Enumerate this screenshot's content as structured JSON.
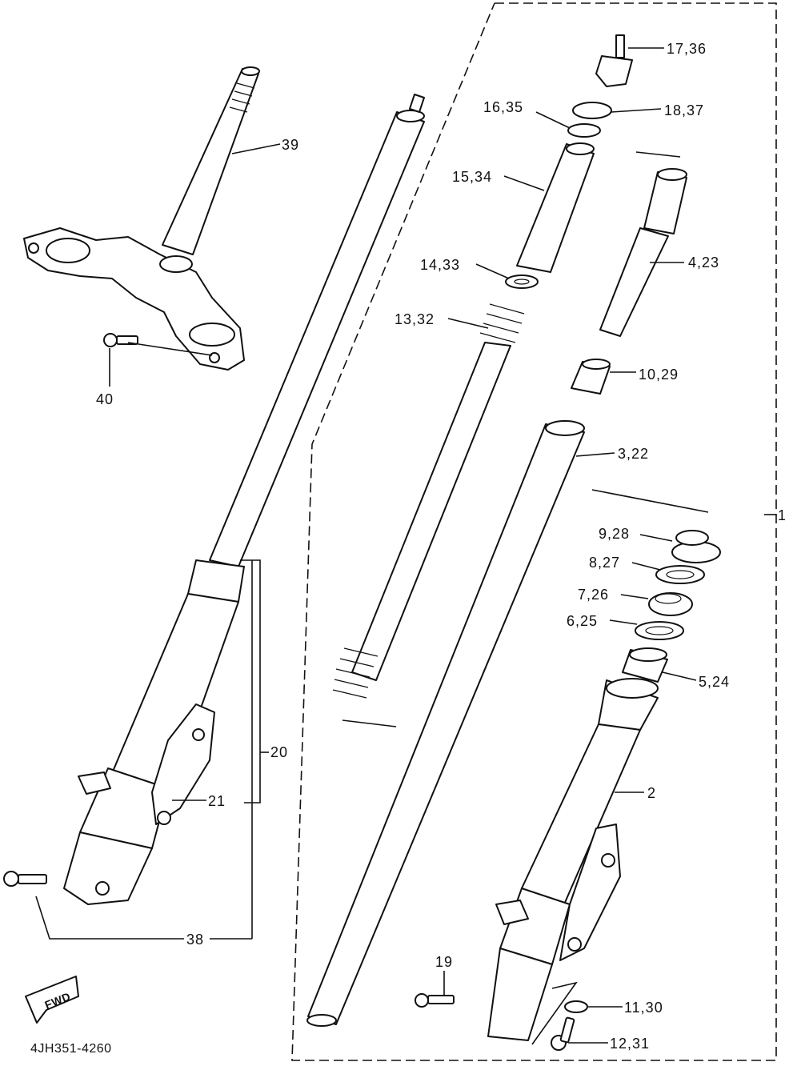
{
  "diagram": {
    "callouts": {
      "p17_36": "17,36",
      "p16_35": "16,35",
      "p18_37": "18,37",
      "p15_34": "15,34",
      "p14_33": "14,33",
      "p13_32": "13,32",
      "p4_23": "4,23",
      "p10_29": "10,29",
      "p3_22": "3,22",
      "p1": "1",
      "p9_28": "9,28",
      "p8_27": "8,27",
      "p7_26": "7,26",
      "p6_25": "6,25",
      "p5_24": "5,24",
      "p2": "2",
      "p39": "39",
      "p40": "40",
      "p20": "20",
      "p21": "21",
      "p38": "38",
      "p19": "19",
      "p11_30": "11,30",
      "p12_31": "12,31"
    },
    "fwd_label": "FWD",
    "figure_code": "4JH351-4260"
  }
}
